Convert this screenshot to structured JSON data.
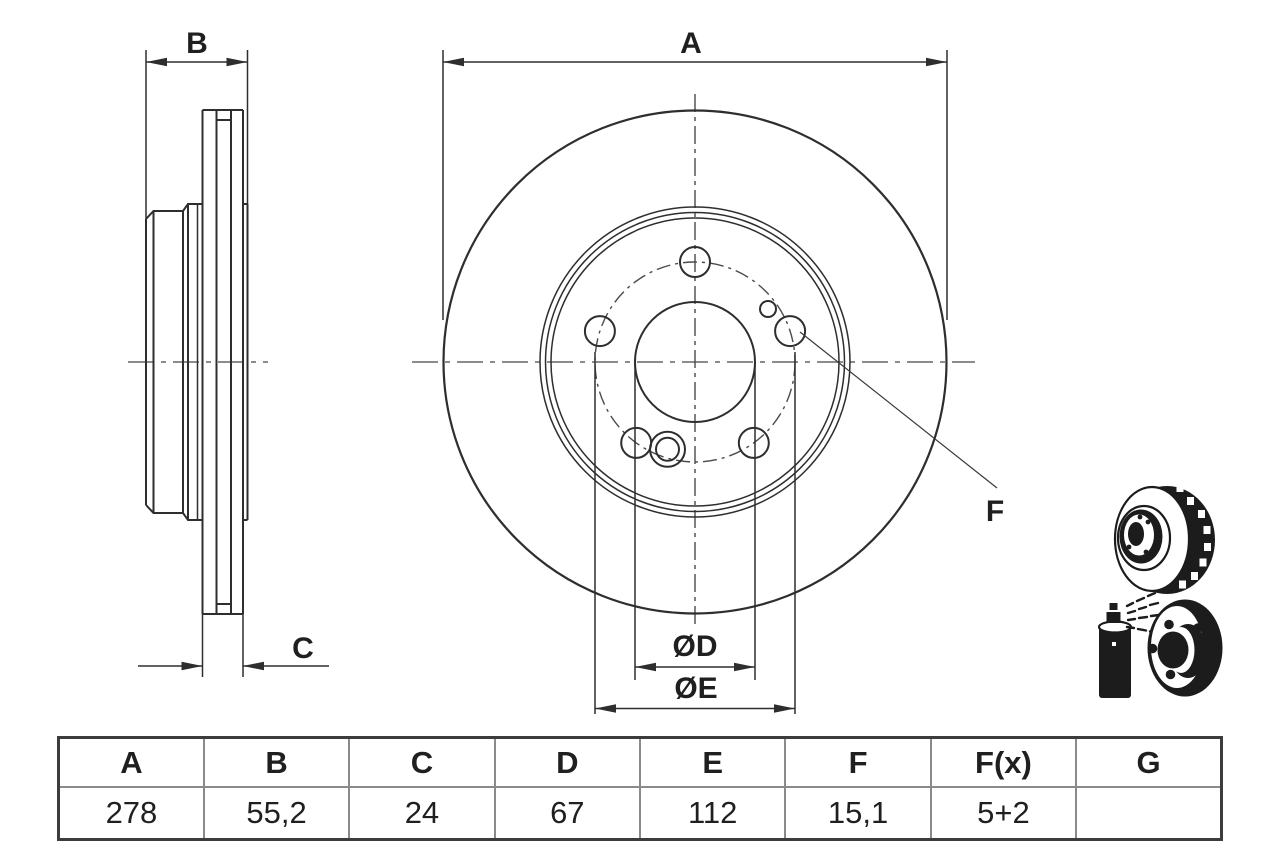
{
  "drawing": {
    "side_view_labels": {
      "b": "B",
      "c": "C"
    },
    "front_view_labels": {
      "a": "A",
      "d": "ØD",
      "e": "ØE",
      "f": "F"
    }
  },
  "spec_table": {
    "headers": [
      "A",
      "B",
      "C",
      "D",
      "E",
      "F",
      "F(x)",
      "G"
    ],
    "values": [
      "278",
      "55,2",
      "24",
      "67",
      "112",
      "15,1",
      "5+2",
      ""
    ]
  },
  "icons": {
    "vented_disc": "vented-brake-disc-icon",
    "coated_disc": "spray-coated-brake-disc-icon"
  },
  "colors": {
    "line": "#2e2e2e",
    "centerline": "#8c8c8c",
    "icon": "#1c1c1c",
    "background": "#ffffff"
  }
}
